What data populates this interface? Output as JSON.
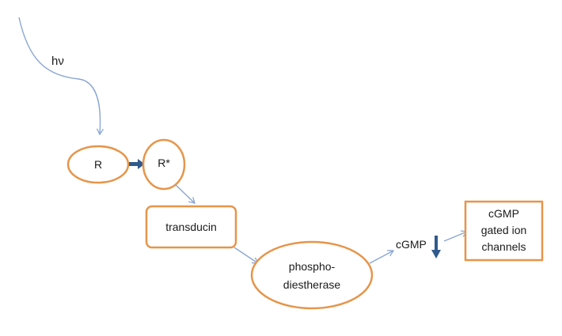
{
  "diagram": {
    "light_label": "hν",
    "nodes": {
      "rhodopsin": "R",
      "activated_rhodopsin": "R*",
      "transducin": "transducin",
      "pde_line1": "phospho-",
      "pde_line2": "diestherase",
      "channel_line1": "cGMP",
      "channel_line2": "gated ion",
      "channel_line3": "channels"
    },
    "cgmp_label": "cGMP",
    "cgmp_trend": "down-arrow",
    "colors": {
      "node_border": "#e6954a",
      "connector": "#8aa6d4",
      "activation_arrow": "#2f5a8c"
    }
  }
}
